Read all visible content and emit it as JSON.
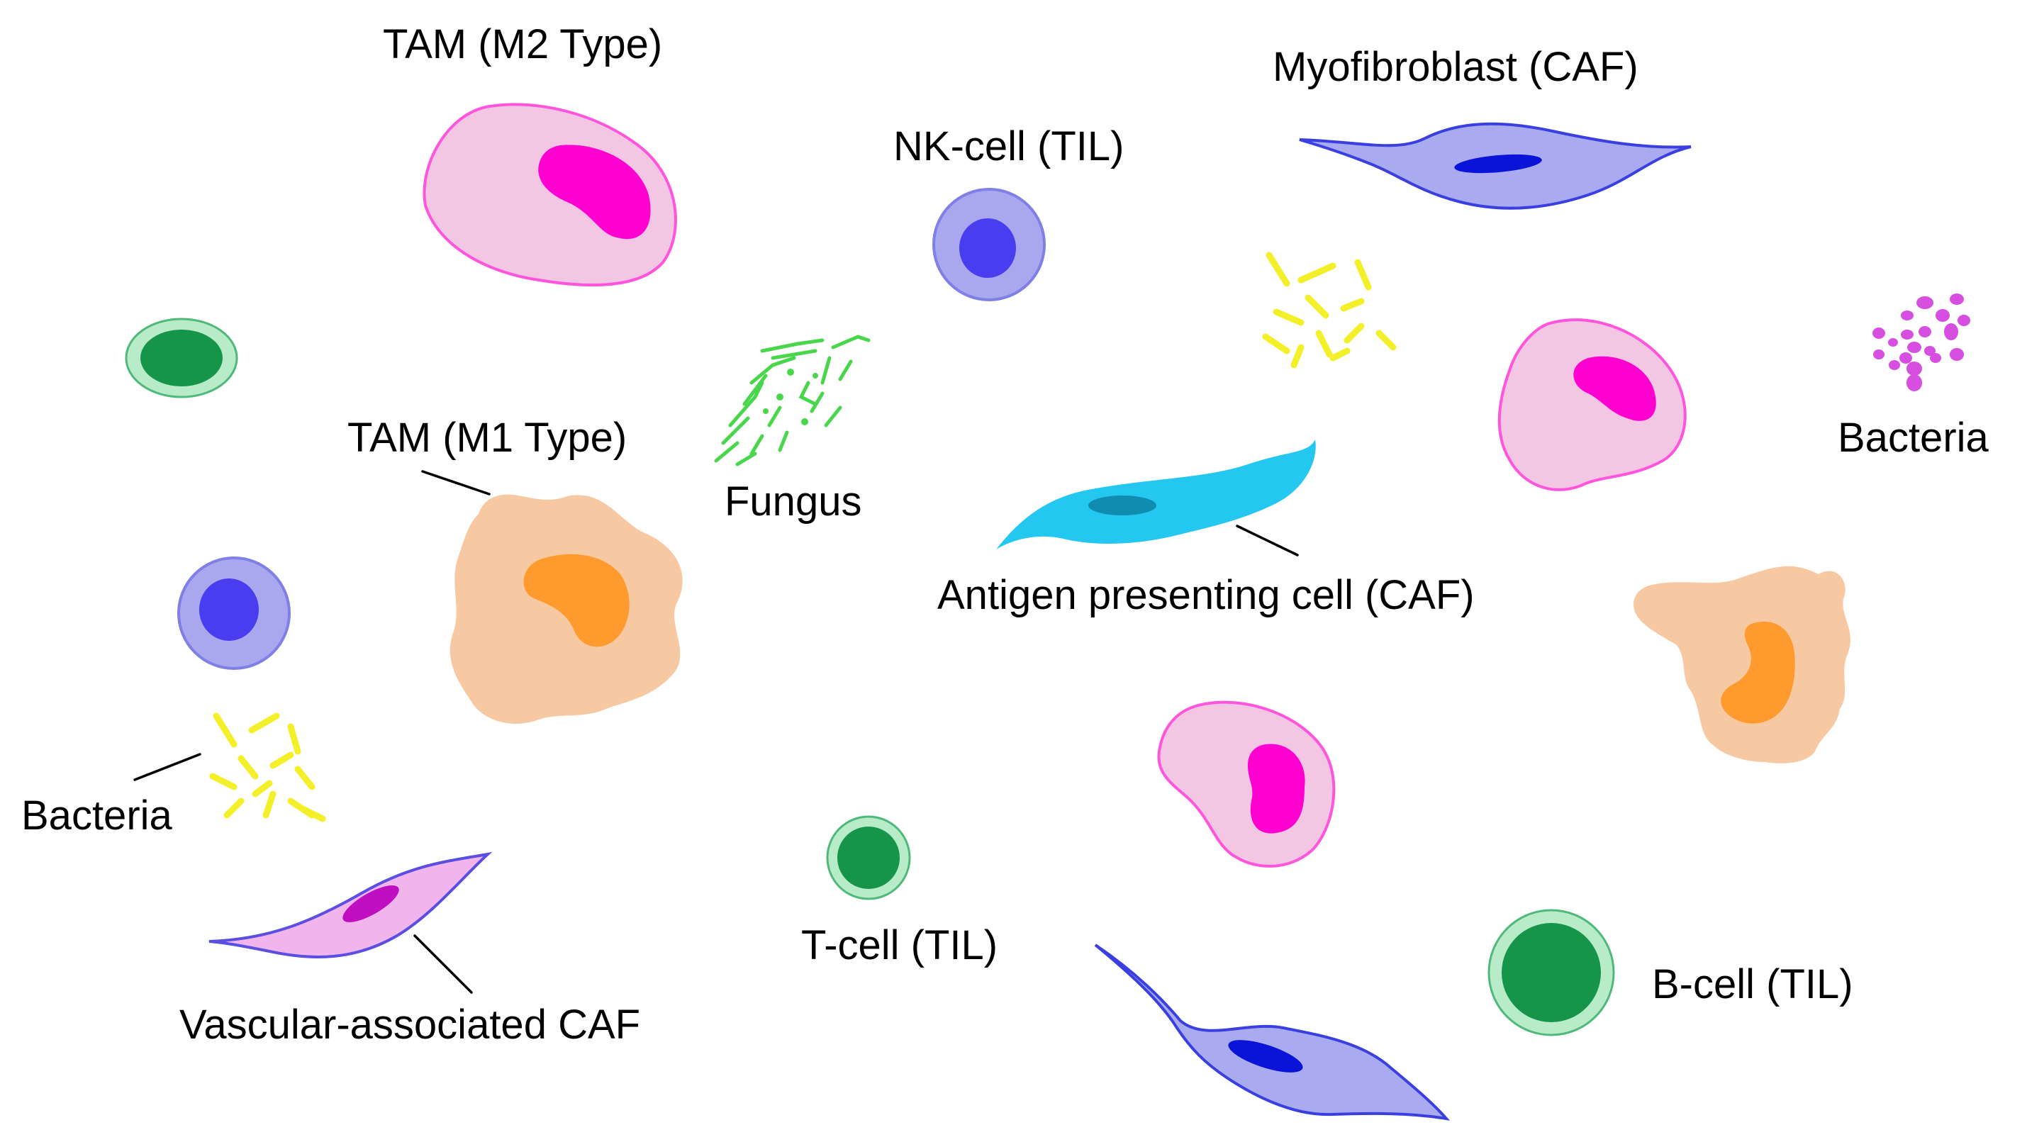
{
  "labels": {
    "tam_m2": "TAM (M2 Type)",
    "tam_m1": "TAM (M1 Type)",
    "myofibroblast": "Myofibroblast (CAF)",
    "nk_cell": "NK-cell (TIL)",
    "fungus": "Fungus",
    "bacteria_left": "Bacteria",
    "bacteria_right": "Bacteria",
    "antigen_presenting": "Antigen presenting cell (CAF)",
    "vascular_caf": "Vascular-associated CAF",
    "t_cell": "T-cell (TIL)",
    "b_cell": "B-cell (TIL)"
  },
  "colors": {
    "m2_fill": "#f3c6e4",
    "m2_stroke": "#ff55dd",
    "m2_nucleus": "#ff00d0",
    "m1_fill": "#f7c9a3",
    "m1_nucleus": "#ff9a2e",
    "nk_fill": "#a9a8ef",
    "nk_stroke": "#7f7fe6",
    "nk_nucleus": "#4a3df0",
    "green_outer": "#b8ecc9",
    "green_stroke": "#4fb97a",
    "green_core": "#15944a",
    "myo_fill": "#a9aaf0",
    "myo_stroke": "#3a3fe0",
    "myo_nucleus": "#0a14d8",
    "apc_fill": "#23c7ef",
    "apc_nucleus": "#0f8cb0",
    "vcaf_fill": "#f2b4ec",
    "vcaf_stroke": "#5a4fe0",
    "vcaf_nucleus": "#c00fc0",
    "bacteria_yellow": "#f3f02a",
    "bacteria_magenta": "#d64fe0",
    "fungus_green": "#48d64a"
  }
}
